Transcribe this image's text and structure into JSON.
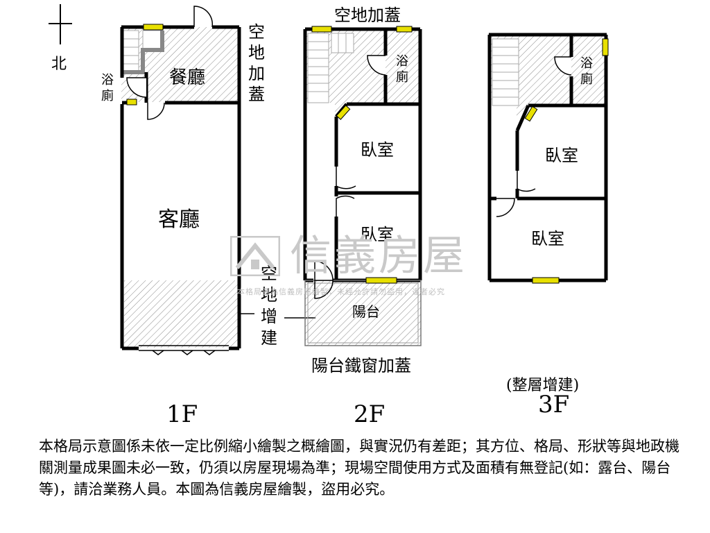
{
  "compass": {
    "north_label": "北"
  },
  "floor1": {
    "label": "1F",
    "rooms": {
      "dining": "餐廳",
      "bath": "浴廁",
      "living": "客廳"
    },
    "side_note": "空地加蓋",
    "bottom_note": "空地增建"
  },
  "floor2": {
    "label": "2F",
    "top_note": "空地加蓋",
    "rooms": {
      "bath": "浴廁",
      "bedroom_a": "臥室",
      "bedroom_b": "臥室",
      "balcony": "陽台"
    },
    "bottom_note": "陽台鐵窗加蓋"
  },
  "floor3": {
    "label": "3F",
    "note": "(整層增建)",
    "rooms": {
      "bath": "浴廁",
      "bedroom_a": "臥室",
      "bedroom_b": "臥室"
    }
  },
  "watermark": {
    "brand": "信義房屋",
    "subtext": "本格局圖為信義房屋繪製，未經允許請勿盜用，違者必究"
  },
  "disclaimer": "本格局示意圖係未依一定比例縮小繪製之概繪圖，與實況仍有差距；其方位、格局、形狀等與地政機關測量成果圖未必一致，仍須以房屋現場為準；現場空間使用方式及面積有無登記(如：露台、陽台等)，請洽業務人員。本圖為信義房屋繪製，盜用必究。",
  "colors": {
    "wall": "#000000",
    "window": "#e8e000",
    "hatch": "#888888",
    "watermark": "#c9c9c9"
  }
}
